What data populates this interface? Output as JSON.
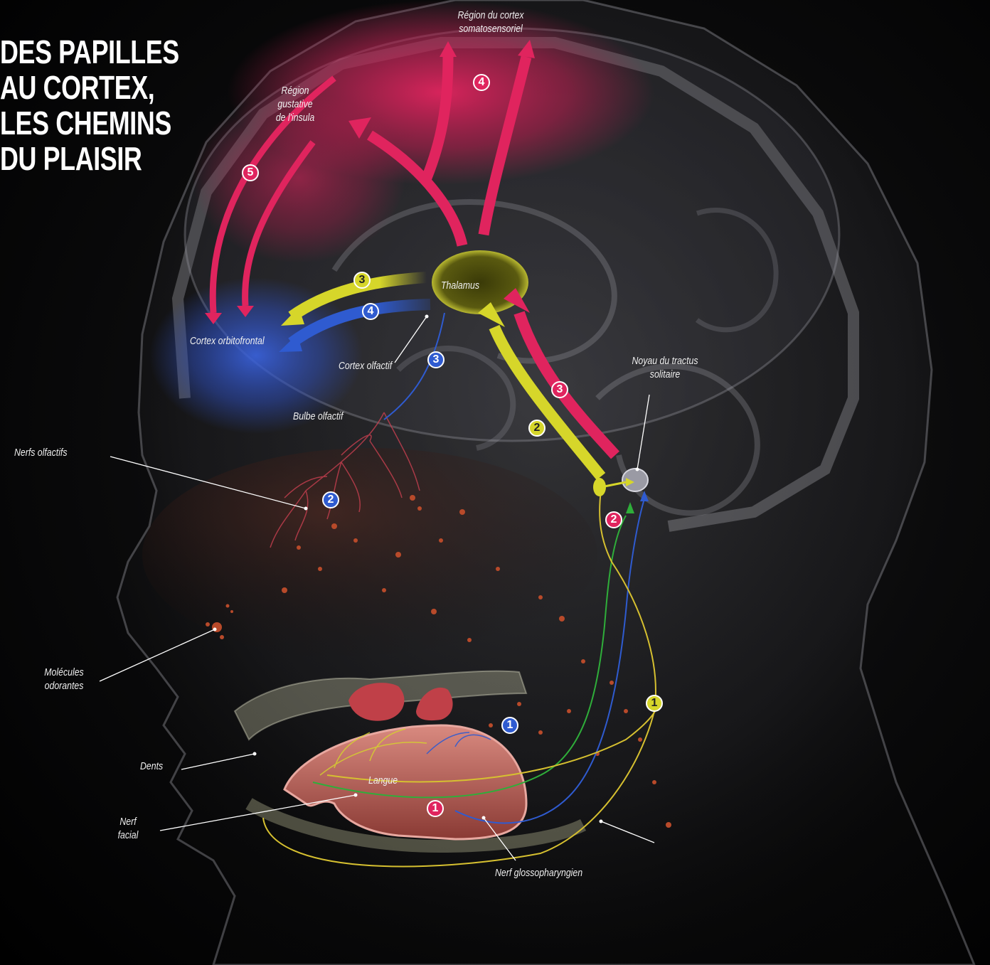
{
  "title_lines": [
    "DES PAPILLES",
    "AU CORTEX,",
    "LES CHEMINS",
    "DU PLAISIR"
  ],
  "labels": {
    "somatosensory_line1": "Région du cortex",
    "somatosensory_line2": "somatosensoriel",
    "insula_line1": "Région",
    "insula_line2": "gustative",
    "insula_line3": "de l'insula",
    "thalamus": "Thalamus",
    "orbitofrontal": "Cortex orbitofrontal",
    "olfactory_cortex": "Cortex olfactif",
    "nts_line1": "Noyau du tractus",
    "nts_line2": "solitaire",
    "olfactory_bulb": "Bulbe olfactif",
    "olfactory_nerves": "Nerfs olfactifs",
    "molecules_line1": "Molécules",
    "molecules_line2": "odorantes",
    "teeth": "Dents",
    "tongue": "Langue",
    "facial_line1": "Nerf",
    "facial_line2": "facial",
    "glossopharyngeal": "Nerf glossopharyngien"
  },
  "badges": {
    "red_4": "4",
    "red_5": "5",
    "yellow_3": "3",
    "blue_4": "4",
    "blue_3": "3",
    "red_3": "3",
    "yellow_2": "2",
    "blue_2": "2",
    "red_2": "2",
    "yellow_1": "1",
    "blue_1": "1",
    "red_1": "1"
  },
  "colors": {
    "taste_red": "#e0245e",
    "pathway_yellow": "#d6d62a",
    "olfaction_blue": "#2f5bd0",
    "background": "#000000"
  }
}
